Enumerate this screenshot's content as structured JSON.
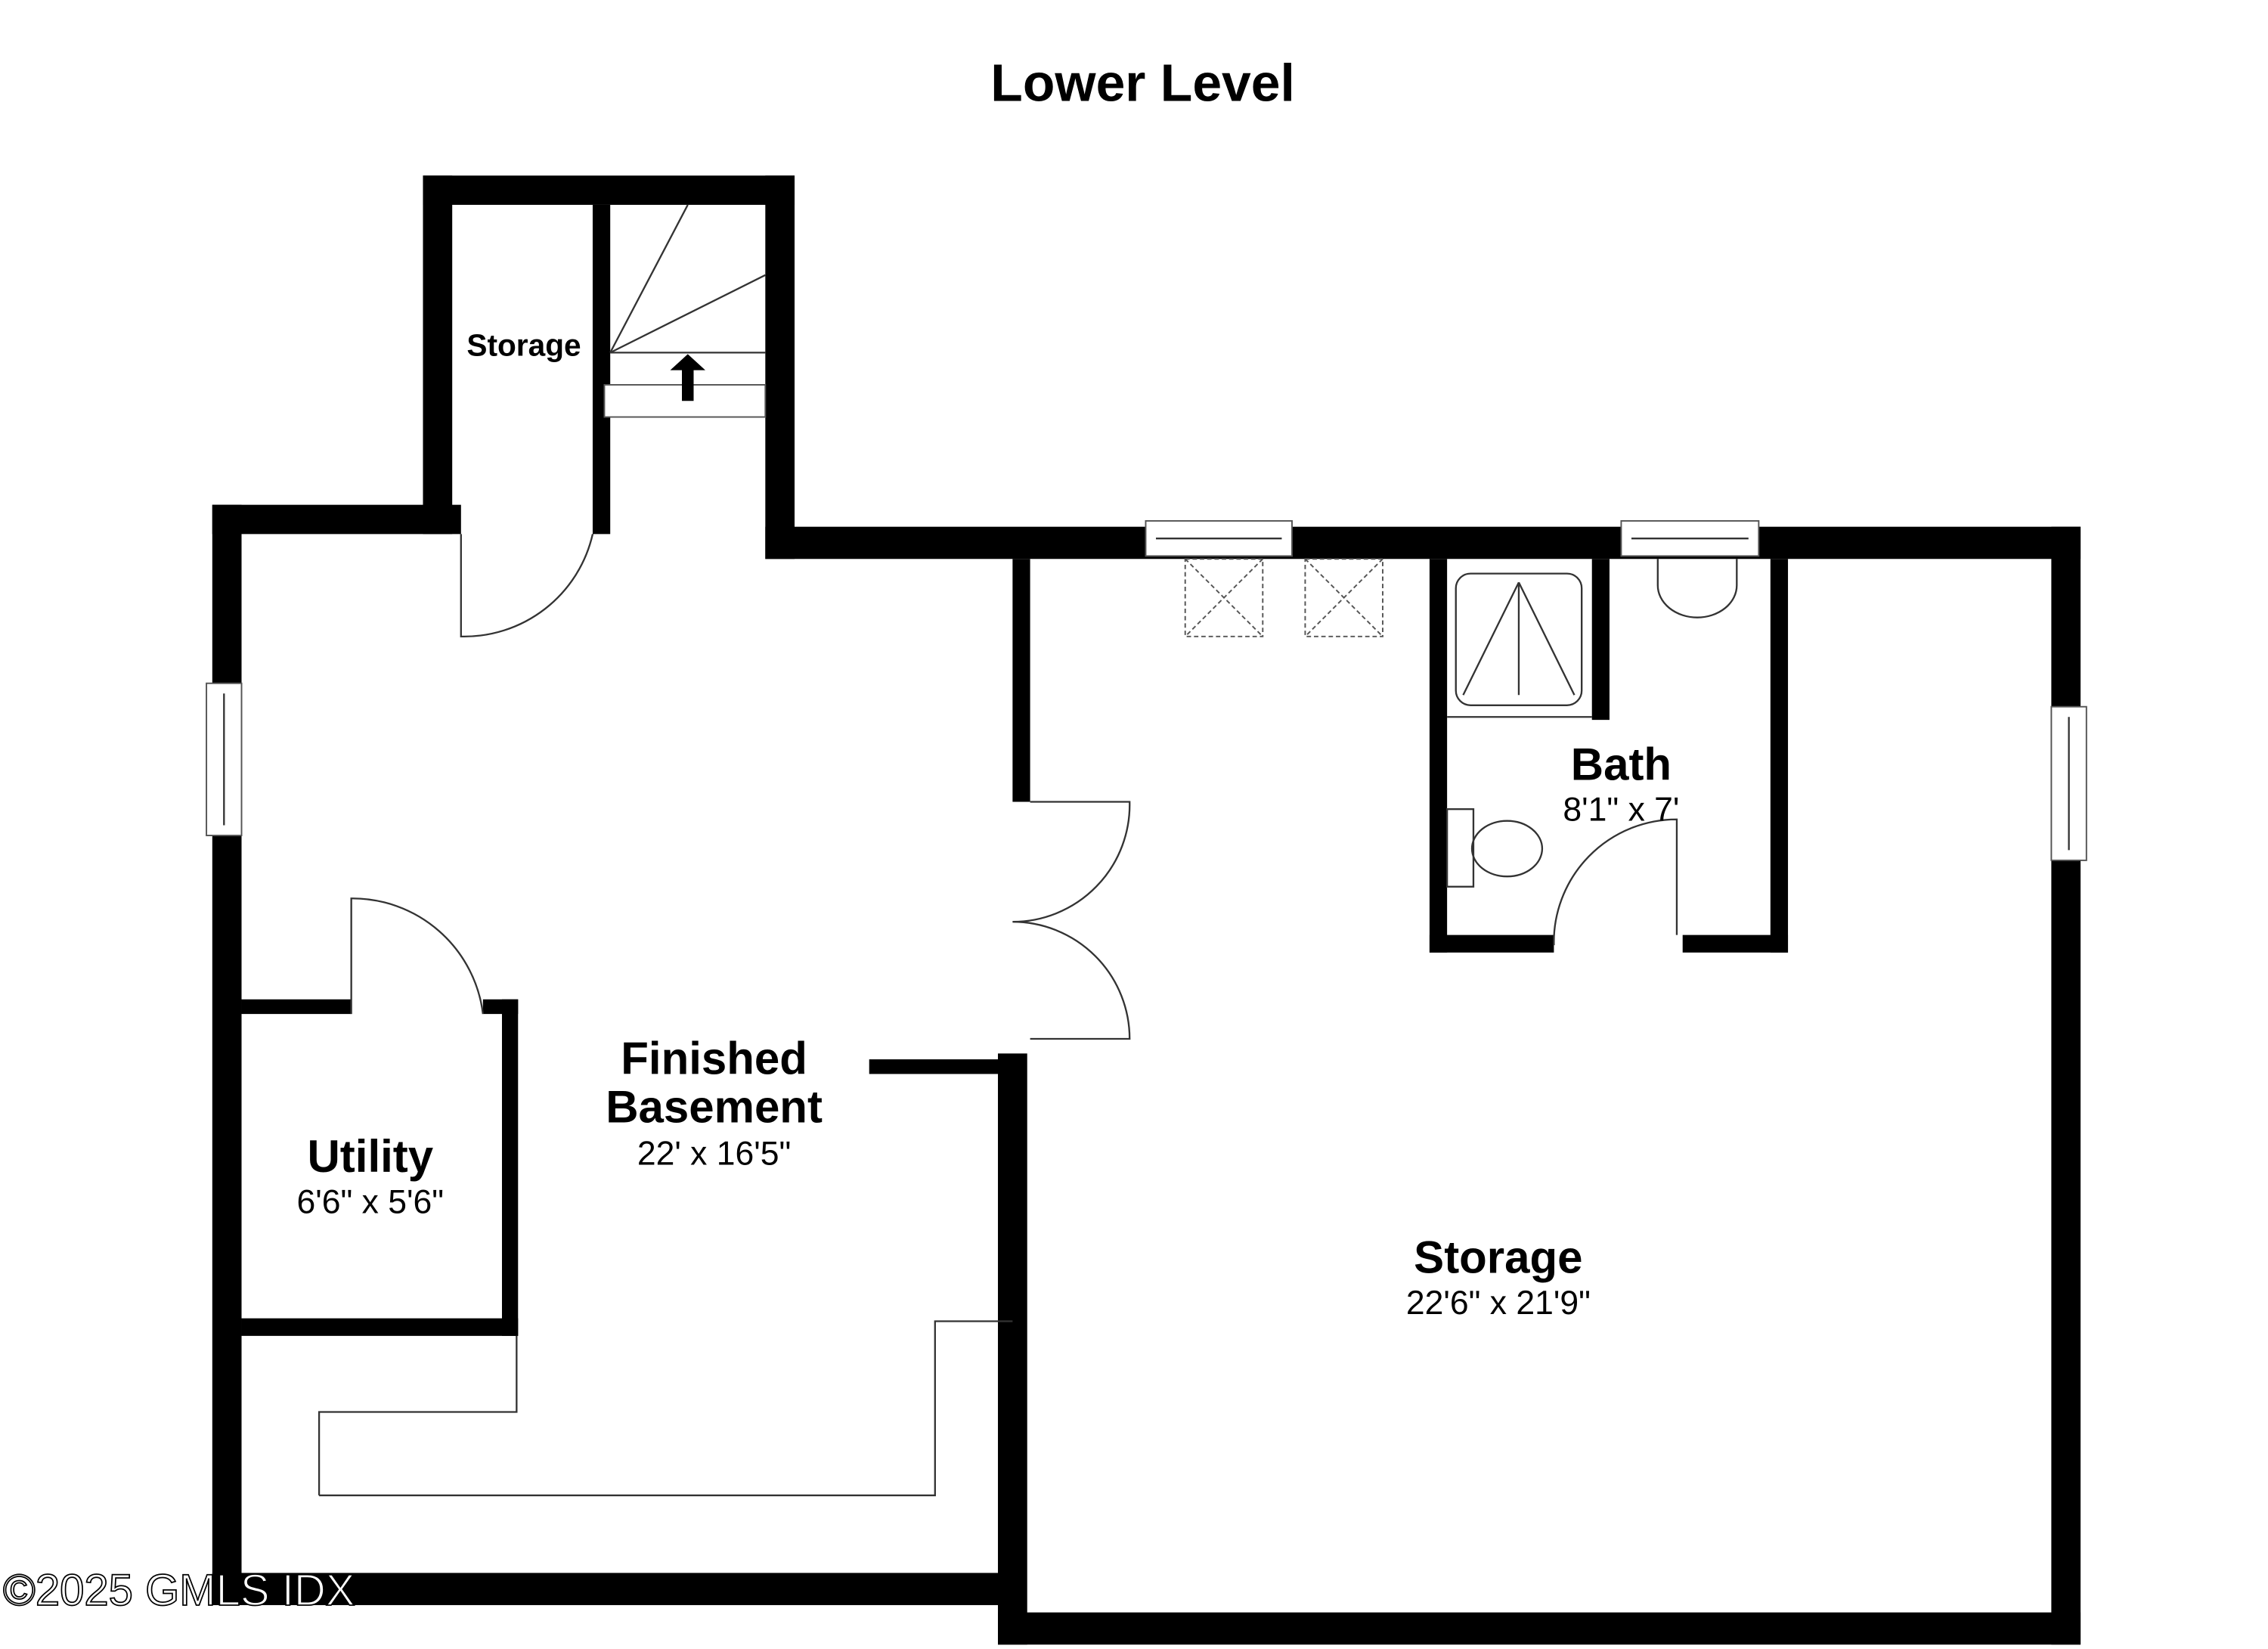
{
  "title": "Lower Level",
  "rooms": {
    "storage_small": {
      "name": "Storage"
    },
    "finished_basement": {
      "name_line1": "Finished",
      "name_line2": "Basement",
      "dimensions": "22' x 16'5\""
    },
    "utility": {
      "name": "Utility",
      "dimensions": "6'6\" x 5'6\""
    },
    "bath": {
      "name": "Bath",
      "dimensions": "8'1\" x 7'"
    },
    "storage_large": {
      "name": "Storage",
      "dimensions": "22'6\" x 21'9\""
    }
  },
  "icons": {
    "stairs": "stairs-up-arrow-icon"
  },
  "watermark": "©2025 GMLS IDX",
  "colors": {
    "walls": "#000000",
    "background": "#ffffff"
  }
}
